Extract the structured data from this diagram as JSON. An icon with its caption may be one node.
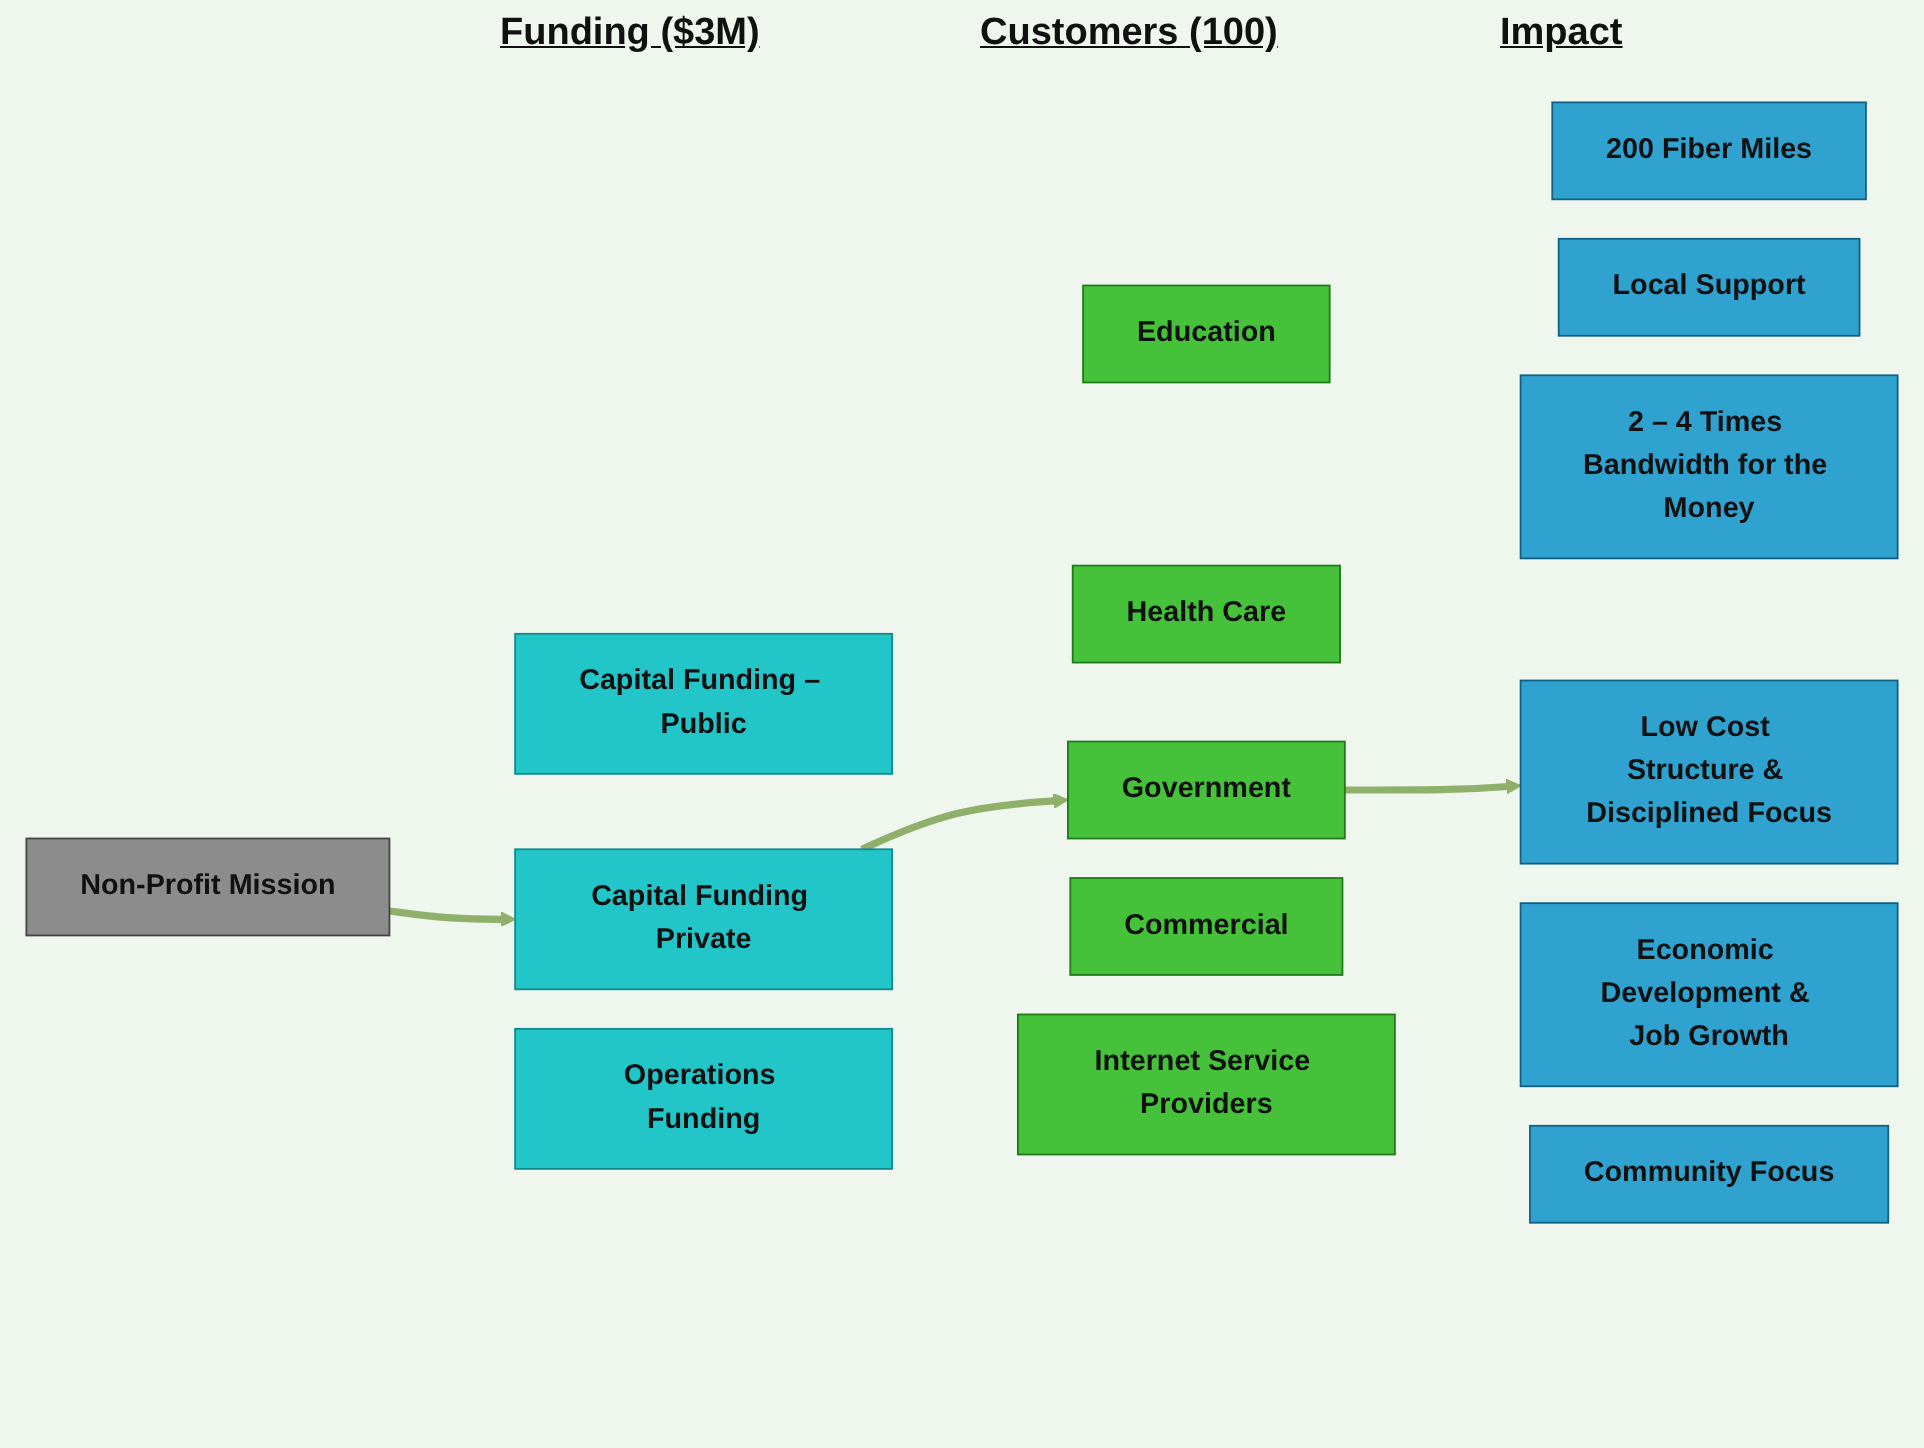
{
  "diagram": {
    "nodes": [
      {
        "text": [
          "Non-Profit Mission"
        ]
      },
      {
        "text": [
          "Capital Funding – Public"
        ]
      },
      {
        "text": [
          "Capital Funding Private"
        ]
      },
      {
        "text": [
          "Operations Funding"
        ]
      },
      {
        "text": [
          "Education"
        ]
      },
      {
        "text": [
          "Health Care"
        ]
      },
      {
        "text": [
          "Government"
        ]
      },
      {
        "text": [
          "Commercial"
        ]
      },
      {
        "text": [
          "Internet Service Providers"
        ]
      },
      {
        "text": [
          "200 Fiber Miles"
        ]
      },
      {
        "text": [
          "Local Support"
        ]
      },
      {
        "text": [
          "2 – 4 Times Bandwidth for the Money"
        ]
      },
      {
        "text": [
          "Low Cost Structure & Disciplined Focus"
        ]
      },
      {
        "text": [
          "Economic Development & Job Growth"
        ]
      },
      {
        "text": [
          "Community Focus"
        ]
      }
    ],
    "edges": [
      {
        "from": 0,
        "to": 2,
        "arrow": "to"
      },
      {
        "from": 2,
        "to": 6,
        "arrow": "to"
      },
      {
        "from": 6,
        "to": 12,
        "arrow": "to"
      }
    ],
    "labels": [
      "Funding ($3M)",
      "Customers (100)",
      "Impact"
    ]
  }
}
